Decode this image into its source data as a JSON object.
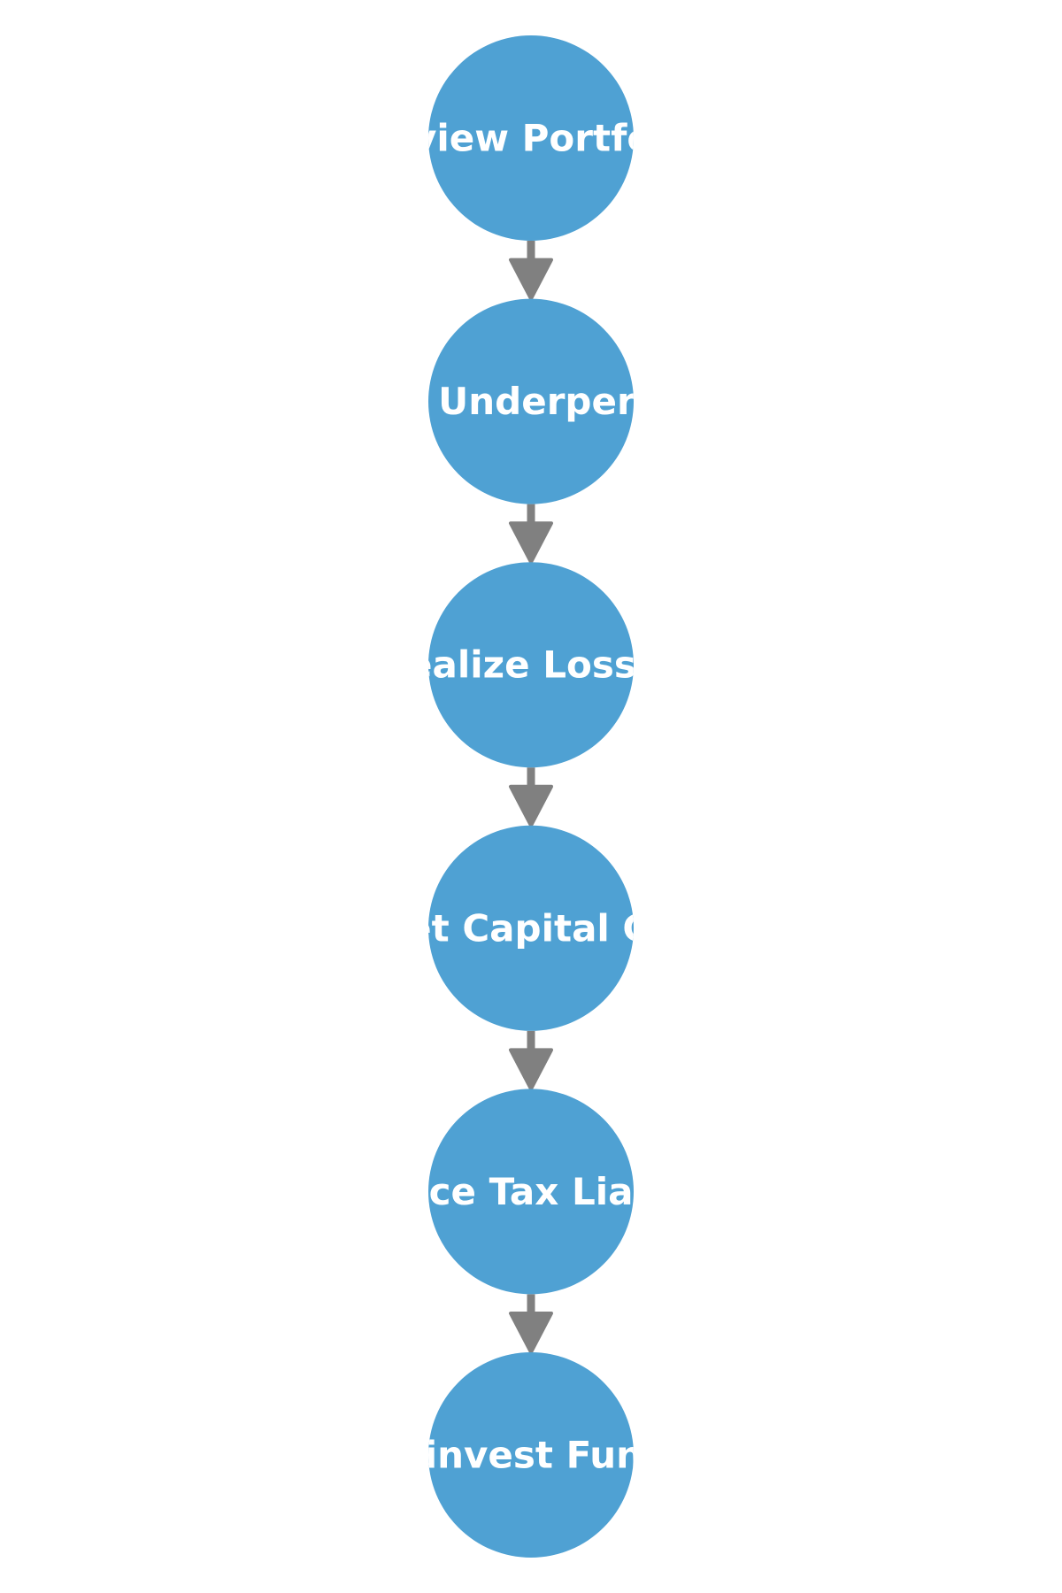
{
  "diagram": {
    "type": "flowchart",
    "direction": "top-to-bottom",
    "colors": {
      "node_fill": "#4fa1d3",
      "node_text": "#ffffff",
      "edge": "#808080",
      "background": "#ffffff"
    },
    "nodes": [
      {
        "id": "review-portfolio",
        "label": "Review Portfolio"
      },
      {
        "id": "identify-underperforming",
        "label": "Identify Underperforming"
      },
      {
        "id": "realize-losses",
        "label": "Realize Losses"
      },
      {
        "id": "offset-capital-gains",
        "label": "Offset Capital Gains"
      },
      {
        "id": "reduce-tax-liability",
        "label": "Reduce Tax Liability"
      },
      {
        "id": "reinvest-funds",
        "label": "Reinvest Funds"
      }
    ],
    "edges": [
      {
        "from": "review-portfolio",
        "to": "identify-underperforming"
      },
      {
        "from": "identify-underperforming",
        "to": "realize-losses"
      },
      {
        "from": "realize-losses",
        "to": "offset-capital-gains"
      },
      {
        "from": "offset-capital-gains",
        "to": "reduce-tax-liability"
      },
      {
        "from": "reduce-tax-liability",
        "to": "reinvest-funds"
      }
    ]
  }
}
